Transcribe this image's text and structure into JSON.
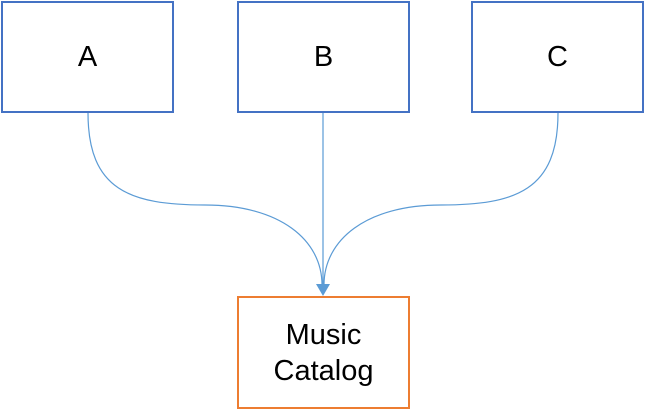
{
  "diagram": {
    "sources": [
      {
        "label": "A"
      },
      {
        "label": "B"
      },
      {
        "label": "C"
      }
    ],
    "target": {
      "line1": "Music",
      "line2": "Catalog"
    },
    "colors": {
      "source_border": "#4472C4",
      "target_border": "#ED7D31",
      "connector": "#5B9BD5"
    }
  }
}
